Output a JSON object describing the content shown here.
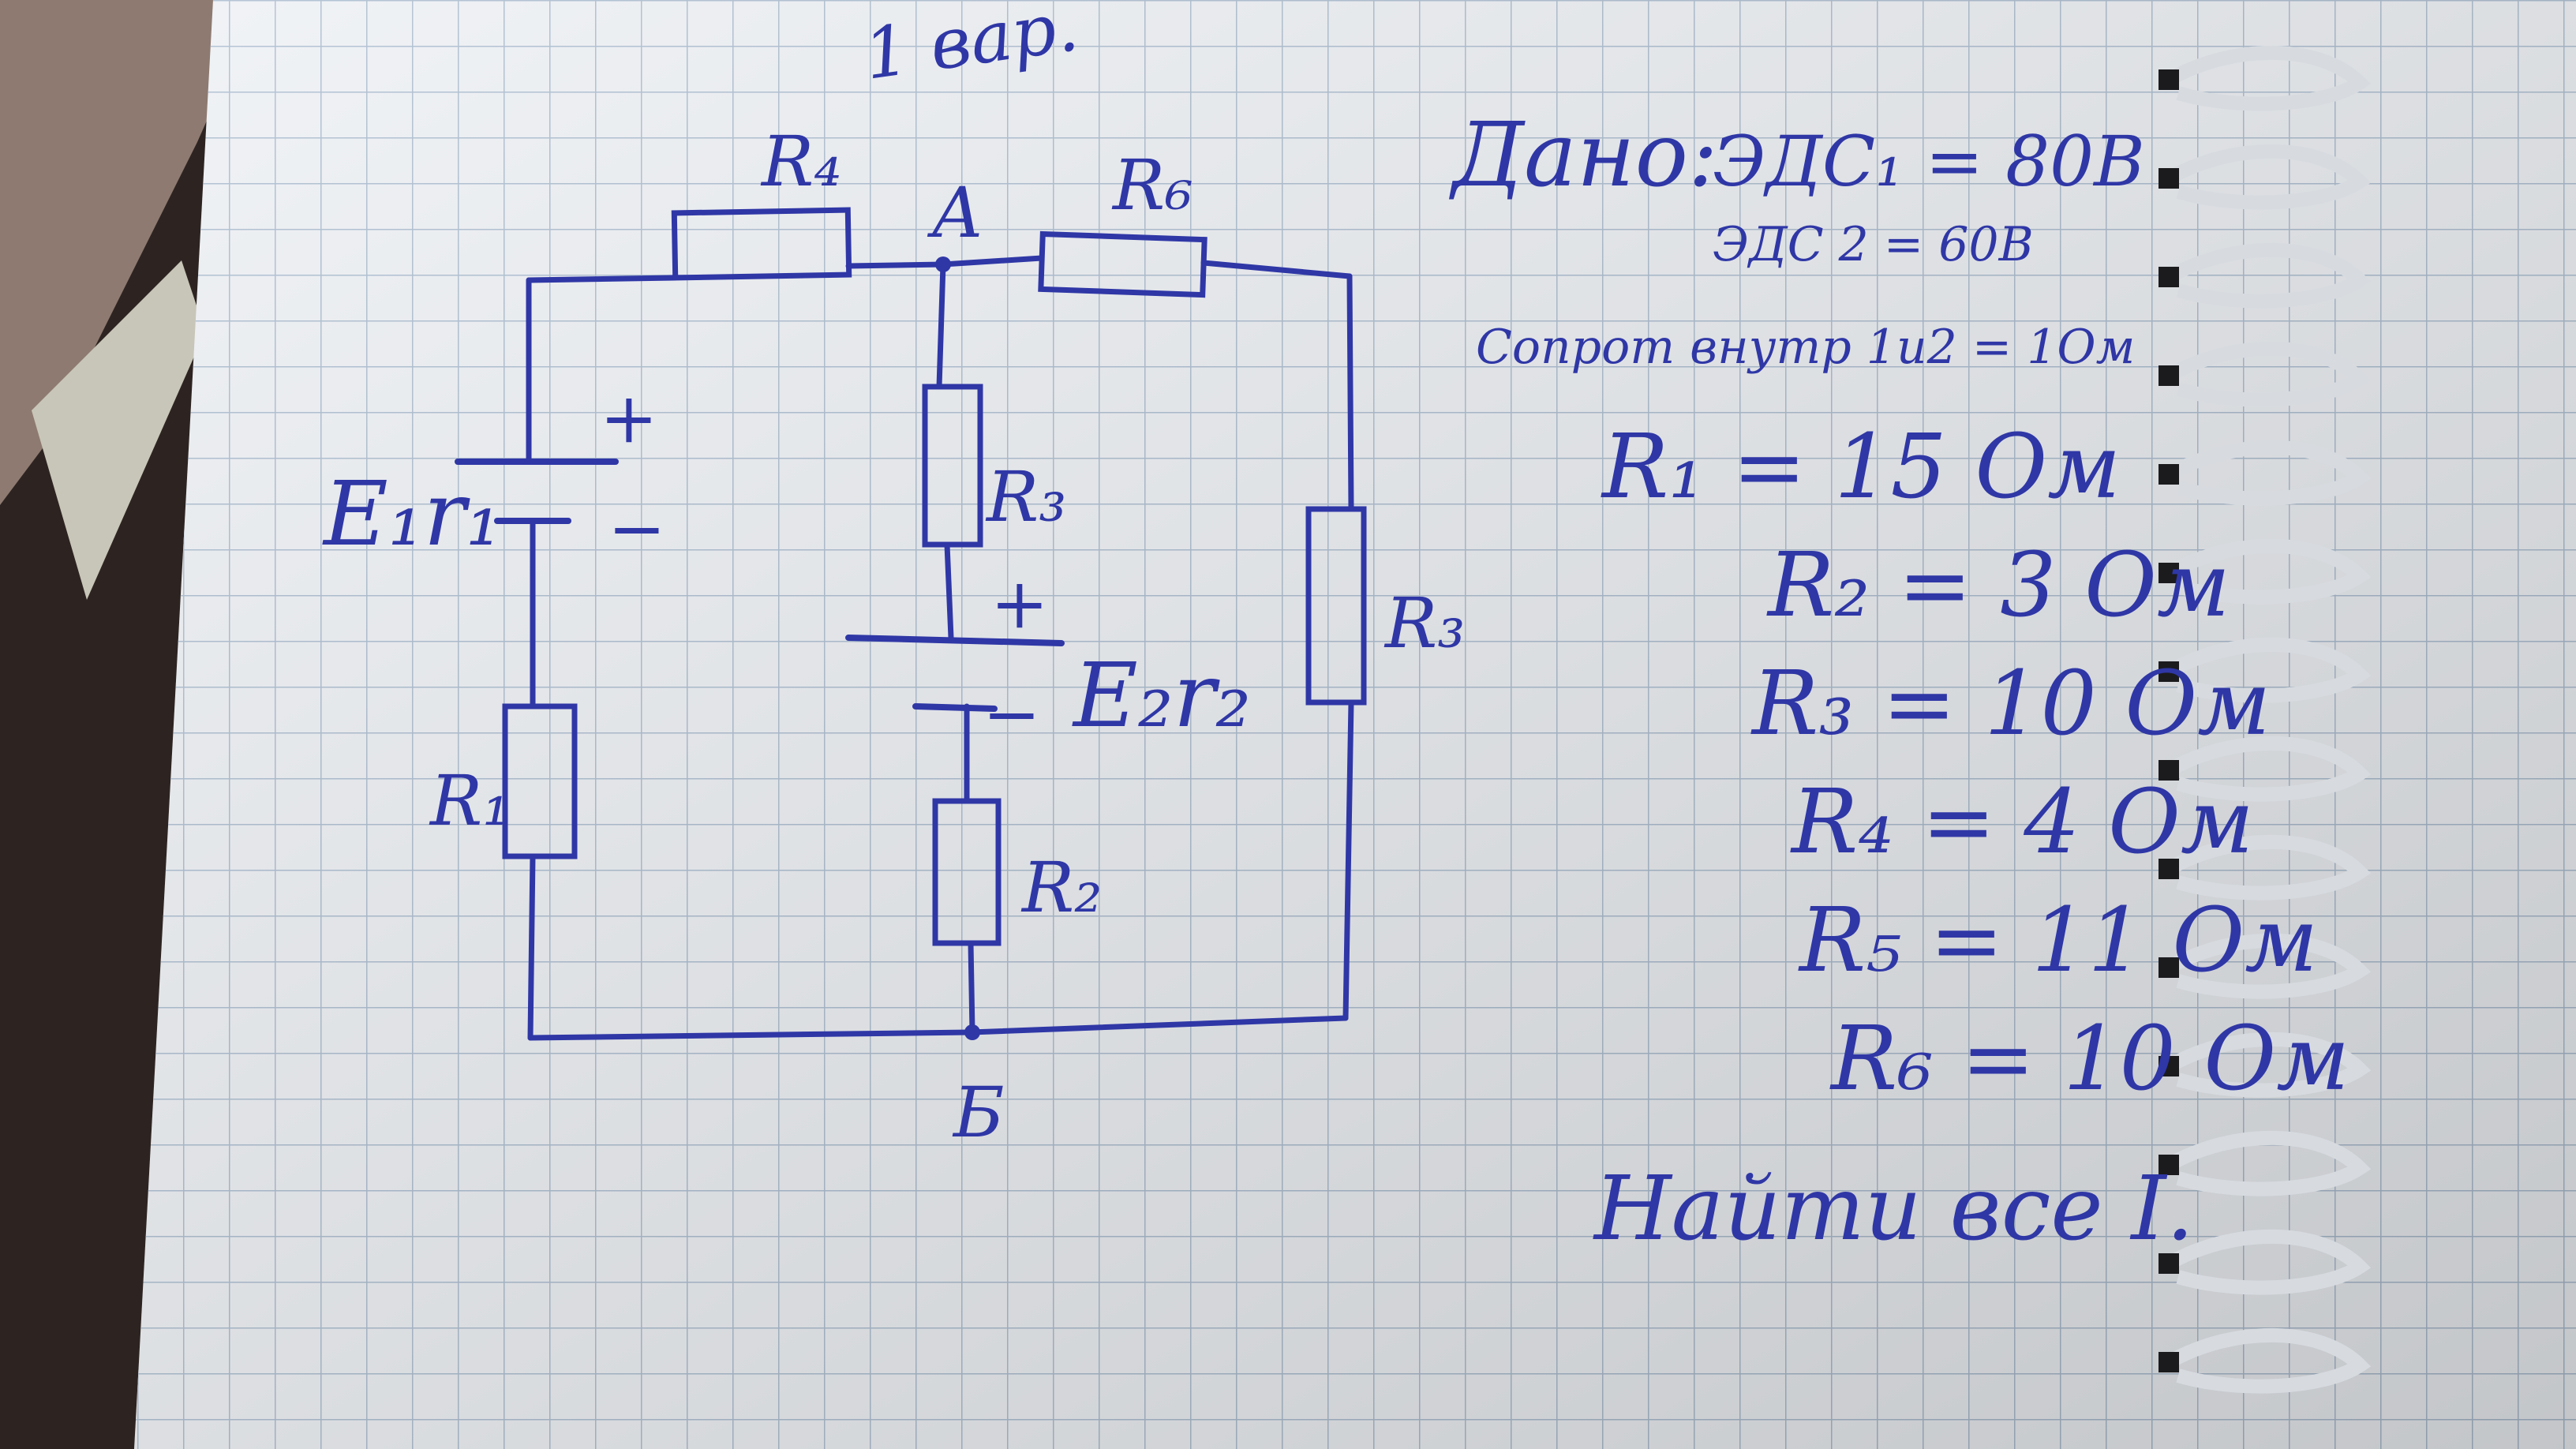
{
  "header": {
    "variant": "1 вар."
  },
  "circuit": {
    "node_a": "А",
    "node_b": "Б",
    "emf1_label": "Е₁r₁",
    "emf2_label": "Е₂r₂",
    "plus": "+",
    "minus": "−",
    "resistor_labels": {
      "r1": "R₁",
      "r2": "R₂",
      "r3_middle": "R₃",
      "r3_right": "R₃",
      "r4": "R₄",
      "r6": "R₆"
    }
  },
  "given": {
    "title": "Дано:",
    "lines": [
      "ЭДС₁ = 80В",
      "ЭДС 2 = 60В",
      "Сопрот внутр 1и2 = 1Ом",
      "R₁ = 15 Ом",
      "R₂ = 3 Ом",
      "R₃ = 10 Ом",
      "R₄ = 4 Ом",
      "R₅ = 11 Ом",
      "R₆ = 10 Ом"
    ],
    "task": "Найти все I."
  },
  "colors": {
    "ink": "#2f37a6",
    "grid": "#9fb3c9",
    "paper": "#f1f3f6"
  }
}
